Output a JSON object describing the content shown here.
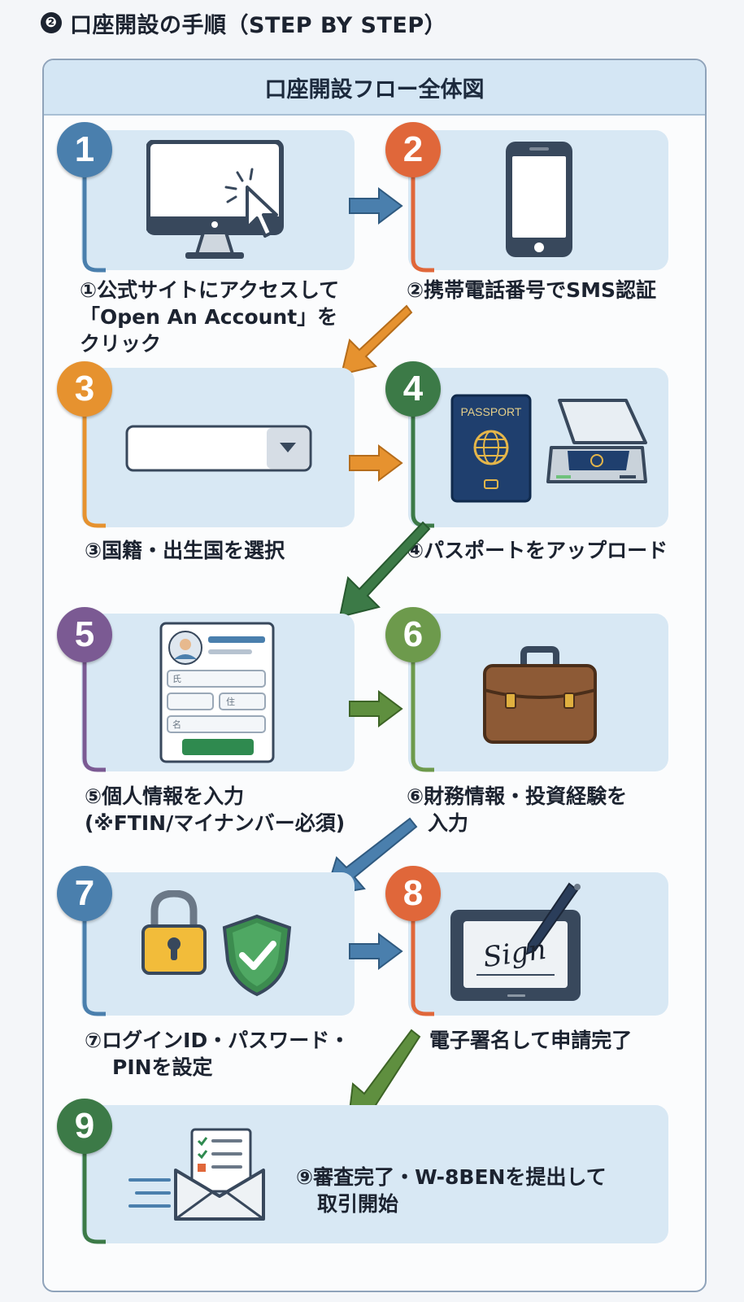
{
  "header": {
    "num": "❷",
    "title": "口座開設の手順（STEP BY STEP）"
  },
  "panel": {
    "title": "口座開設フロー全体図"
  },
  "steps": [
    {
      "num": "1",
      "color": "#4a7fad",
      "lines": [
        "①公式サイトにアクセスして",
        "「Open An Account」を",
        "クリック"
      ],
      "icon": "monitor-click-icon"
    },
    {
      "num": "2",
      "color": "#e0673a",
      "lines": [
        "②携帯電話番号でSMS認証"
      ],
      "icon": "smartphone-icon"
    },
    {
      "num": "3",
      "color": "#e6922f",
      "lines": [
        "③国籍・出生国を選択"
      ],
      "icon": "dropdown-select-icon"
    },
    {
      "num": "4",
      "color": "#3c7a47",
      "lines": [
        "④パスポートをアップロード"
      ],
      "icon": "passport-scanner-icon"
    },
    {
      "num": "5",
      "color": "#7b5a93",
      "lines": [
        "⑤個人情報を入力",
        "(※FTIN/マイナンバー必須)"
      ],
      "icon": "profile-form-icon",
      "form_fields": [
        "氏",
        "住",
        "名"
      ]
    },
    {
      "num": "6",
      "color": "#6d9a4c",
      "lines": [
        "⑥財務情報・投資経験を",
        "入力"
      ],
      "icon": "briefcase-icon"
    },
    {
      "num": "7",
      "color": "#4a7fad",
      "lines": [
        "⑦ログインID・パスワード・",
        "PINを設定"
      ],
      "icon": "lock-shield-icon"
    },
    {
      "num": "8",
      "color": "#e0673a",
      "lines": [
        "電子署名して申請完了"
      ],
      "icon": "sign-tablet-icon",
      "sign_text": "Sign"
    },
    {
      "num": "9",
      "color": "#3c7a47",
      "lines": [
        "⑨審査完了・W-8BENを提出して",
        "取引開始"
      ],
      "icon": "mail-checklist-icon"
    }
  ],
  "passport_text": "PASSPORT"
}
